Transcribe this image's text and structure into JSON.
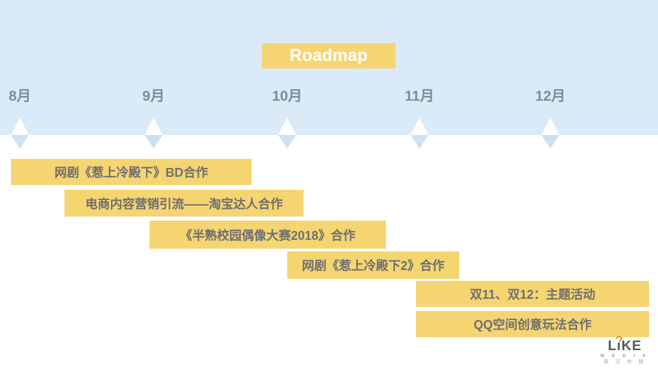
{
  "chart_data": {
    "type": "bar",
    "subtype": "roadmap-timeline-gantt",
    "title": "Roadmap",
    "axis": "months",
    "months": [
      "8月",
      "9月",
      "10月",
      "11月",
      "12月"
    ],
    "month_range": [
      8,
      12
    ],
    "grid": false,
    "legend_position": "none",
    "bars": [
      {
        "label": "网剧《惹上冷殿下》BD合作",
        "start_month": 8.0,
        "end_month": 9.8
      },
      {
        "label": "电商内容营销引流——淘宝达人合作",
        "start_month": 8.4,
        "end_month": 10.1
      },
      {
        "label": "《半熟校园偶像大赛2018》合作",
        "start_month": 9.0,
        "end_month": 10.75
      },
      {
        "label": "网剧《惹上冷殿下2》合作",
        "start_month": 10.0,
        "end_month": 11.3
      },
      {
        "label": "双11、双12：主题活动",
        "start_month": 11.0,
        "end_month": 12.75
      },
      {
        "label": "QQ空间创意玩法合作",
        "start_month": 11.0,
        "end_month": 12.75
      }
    ]
  },
  "logo": {
    "brand_l": "L",
    "brand_i": "ı",
    "brand_ke": "KE",
    "sub": "M E D I A",
    "cn": "莱 可 传 媒"
  },
  "colors": {
    "accent_yellow": "#F5D572",
    "band_blue": "#DAEBF7",
    "marker_lower_blue": "#C9E2F6",
    "bar_text_gray": "#6F6F6F",
    "month_text_gray": "#7E8C96",
    "title_text": "#FFFFFF",
    "logo_orange": "#F0832A"
  }
}
